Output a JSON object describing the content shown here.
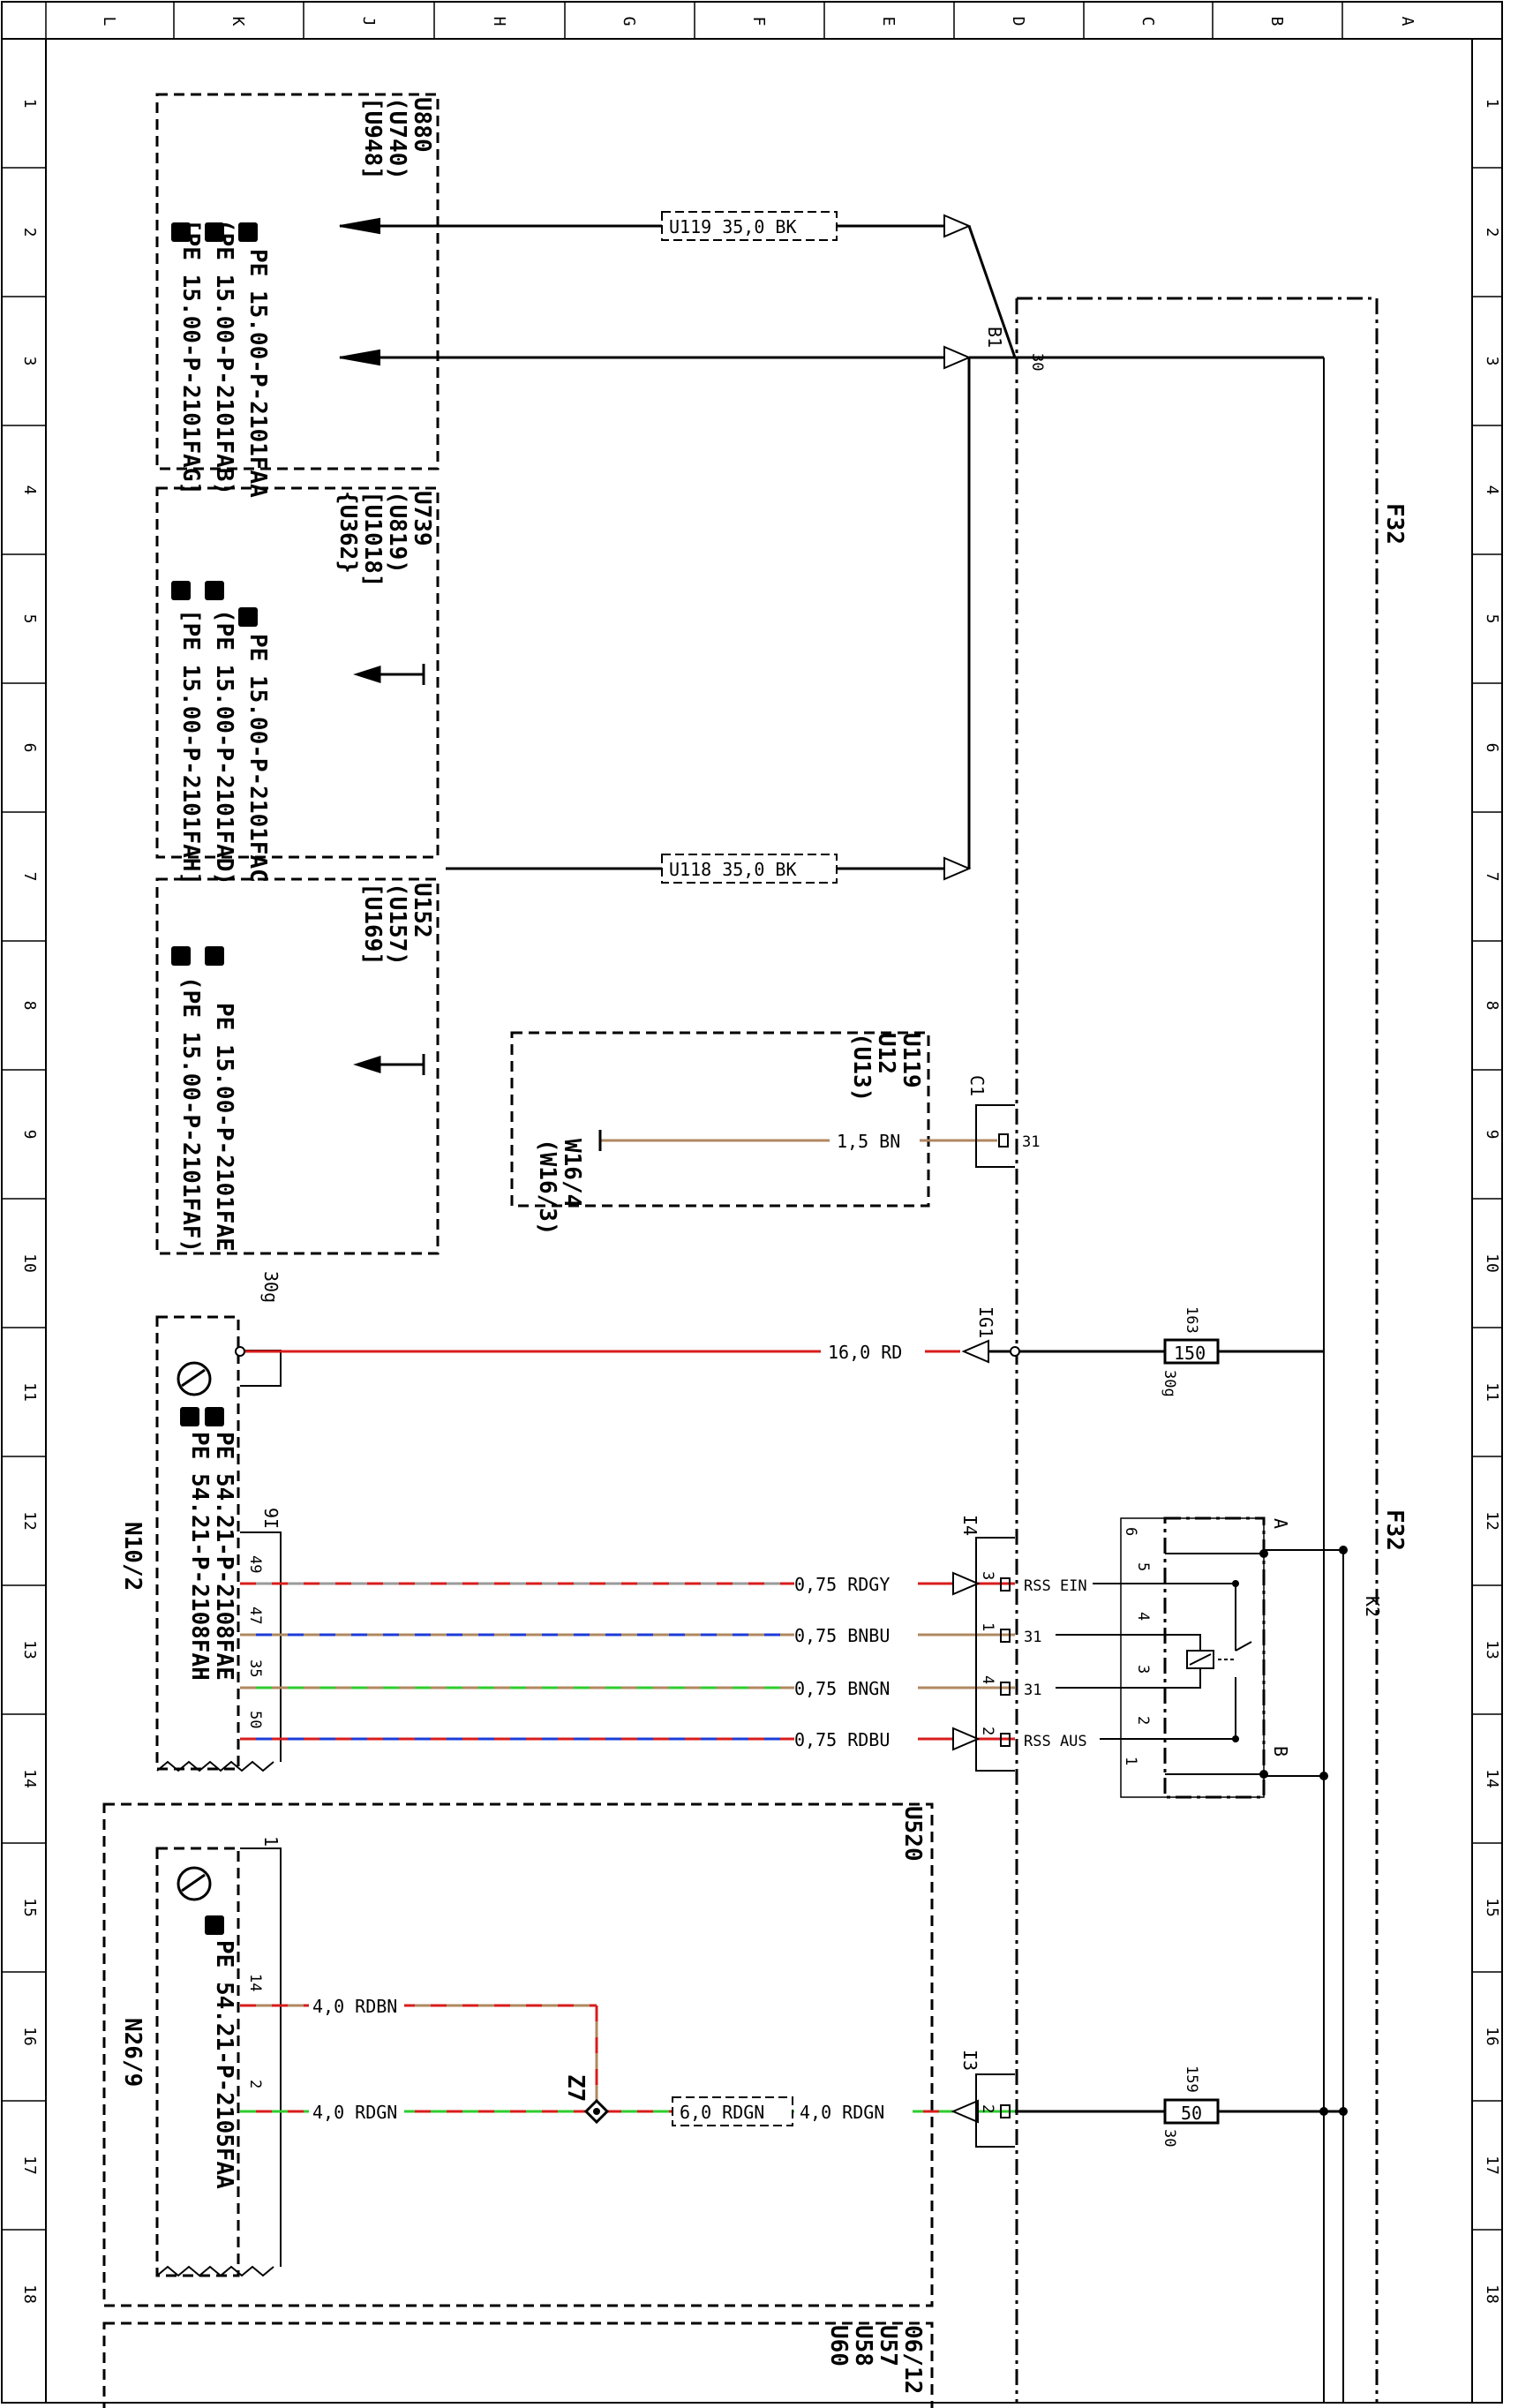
{
  "frame": {
    "columns": [
      "L",
      "K",
      "J",
      "H",
      "G",
      "F",
      "E",
      "D",
      "C",
      "B",
      "A"
    ],
    "rows": [
      "1",
      "2",
      "3",
      "4",
      "5",
      "6",
      "7",
      "8",
      "9",
      "10",
      "11",
      "12",
      "13",
      "14",
      "15",
      "16",
      "17",
      "18"
    ]
  },
  "colors": {
    "RD": "#d81c1c",
    "BK": "#000000",
    "BN": "#b08860",
    "GY": "#9a9a9a",
    "BU": "#1c3cd8",
    "GN": "#2ecc2e",
    "frame": "#000000"
  },
  "groups": {
    "g1": {
      "ids": [
        "U880",
        "(U740)",
        "[U948]"
      ],
      "refs": [
        "PE 15.00-P-2101FAA",
        "(PE 15.00-P-2101FAB)",
        "[PE 15.00-P-2101FAG]"
      ]
    },
    "g2": {
      "ids": [
        "U739",
        "(U819)",
        "[U1018]",
        "{U362}"
      ],
      "refs": [
        "PE 15.00-P-2101FAC",
        "(PE 15.00-P-2101FAD)",
        "[PE 15.00-P-2101FAH]"
      ]
    },
    "g3": {
      "ids": [
        "U152",
        "(U157)",
        "[U169]"
      ],
      "refs": [
        "PE 15.00-P-2101FAE",
        "(PE 15.00-P-2101FAF)"
      ]
    },
    "u119": {
      "ids": [
        "U119",
        "U12",
        "(U13)"
      ],
      "sub": [
        "W16/4",
        "(W16/3)"
      ]
    },
    "n10": {
      "name": "N10/2",
      "refs": [
        "PE 54.21-P-2108FAE",
        "PE 54.21-P-2108FAH"
      ],
      "conn_a": "30g",
      "conn_b": "9I",
      "pins": [
        "49",
        "47",
        "35",
        "50"
      ]
    },
    "u520": {
      "id": "U520"
    },
    "n26": {
      "name": "N26/9",
      "ref": "PE 54.21-P-2105FAA",
      "conn": "1",
      "pins": [
        "14",
        "2"
      ]
    },
    "bottom": {
      "ids": [
        "U57",
        "U58",
        "U60"
      ],
      "extra": "06/12"
    }
  },
  "wires": {
    "w_u119": "U119  35,0 BK",
    "w_u118": "U118  35,0 BK",
    "w_bn": "1,5 BN",
    "w_rd16": "16,0 RD",
    "w_rdgy": "0,75 RDGY",
    "w_bnbu": "0,75 BNBU",
    "w_bngn": "0,75 BNGN",
    "w_rdbu": "0,75 RDBU",
    "w_rdbn4": "4,0 RDBN",
    "w_rdgn4a": "4,0 RDGN",
    "w_rdgn6": "6,0 RDGN",
    "w_rdgn4b": "4,0 RDGN"
  },
  "connectors": {
    "b1": "B1",
    "b1_pin": "30",
    "c1": "C1",
    "c1_pin": "31",
    "ig1": "IG1",
    "i4": "I4",
    "i4_pins": [
      "3",
      "1",
      "4",
      "2"
    ],
    "i4_funcs": [
      "RSS EIN",
      "31",
      "31",
      "RSS AUS"
    ],
    "i3": "I3",
    "i3_pin": "2",
    "z7": "Z7"
  },
  "f32": {
    "label": "F32",
    "label2": "F32"
  },
  "fuses": {
    "f163": {
      "num": "163",
      "amp": "150",
      "term": "30g"
    },
    "f159": {
      "num": "159",
      "amp": "50",
      "term": "30"
    }
  },
  "relay": {
    "name": "K2",
    "a": "A",
    "b": "B",
    "pins": [
      "6",
      "5",
      "4",
      "3",
      "2",
      "1"
    ]
  },
  "icons": {
    "ref": "pointing-hand-icon",
    "ground": "ground-arrow-icon",
    "node": "splice-node-icon",
    "motor": "component-circle-icon"
  }
}
